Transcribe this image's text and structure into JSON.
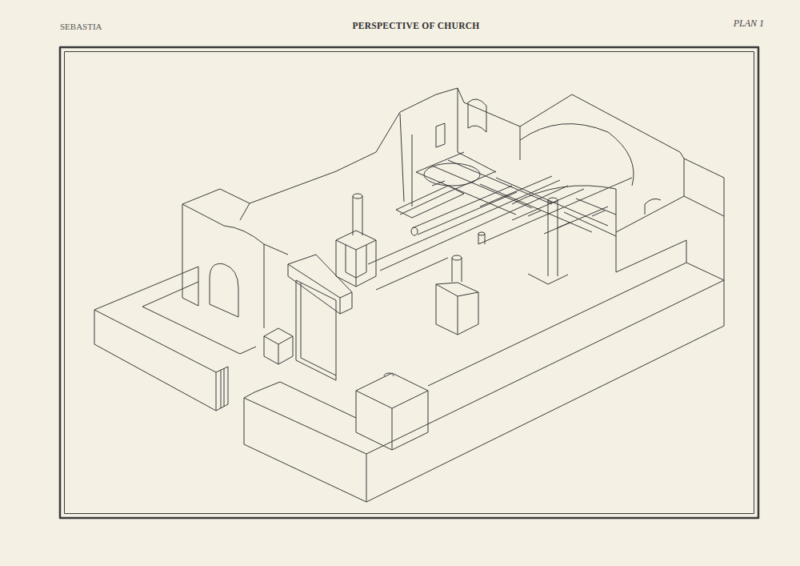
{
  "diagram": {
    "title": "PERSPECTIVE OF CHURCH",
    "labels": [
      "SEBASTIA",
      "PLAN 1"
    ]
  }
}
